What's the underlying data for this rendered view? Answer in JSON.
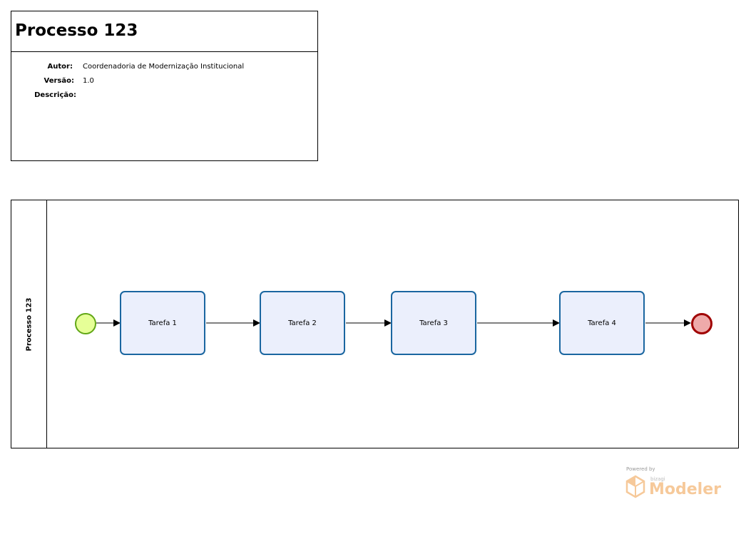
{
  "header": {
    "title": "Processo 123",
    "author_label": "Autor:",
    "author_value": "Coordenadoria de Modernização Institucional",
    "version_label": "Versão:",
    "version_value": "1.0",
    "description_label": "Descrição:",
    "description_value": ""
  },
  "pool": {
    "label": "Processo 123"
  },
  "tasks": [
    {
      "label": "Tarefa 1"
    },
    {
      "label": "Tarefa 2"
    },
    {
      "label": "Tarefa 3"
    },
    {
      "label": "Tarefa 4"
    }
  ],
  "colors": {
    "task_fill": "#ebeffc",
    "task_stroke": "#1a66a0",
    "start_fill": "#e6ff97",
    "start_stroke": "#62a716",
    "end_fill": "#eeaaaa",
    "end_stroke": "#a00000"
  },
  "watermark": {
    "powered_by": "Powered by",
    "brand": "bizagi",
    "product": "Modeler"
  }
}
